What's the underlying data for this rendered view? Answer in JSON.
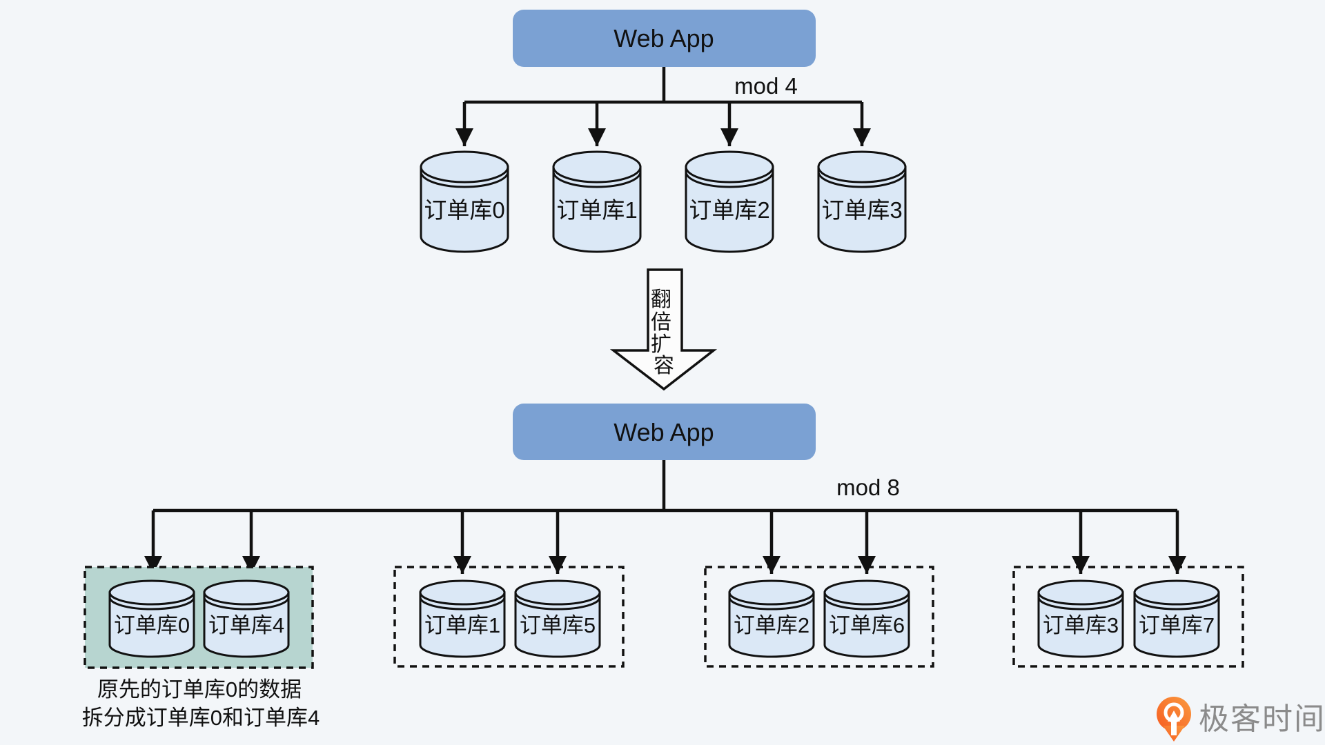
{
  "palette": {
    "bg": "#f3f6f9",
    "app_box": "#7ba1d3",
    "cyl": "#dbe8f6",
    "highlight": "#b7d5d0",
    "ink": "#111111",
    "brand_gray": "#8b8b8b",
    "brand_orange_dark": "#f65b21",
    "brand_orange_light": "#fa9a3f"
  },
  "before": {
    "app_label": "Web App",
    "mod_label": "mod 4",
    "databases": [
      "订单库0",
      "订单库1",
      "订单库2",
      "订单库3"
    ]
  },
  "transform_arrow": {
    "label": "翻倍扩容",
    "label_chars": [
      "翻",
      "倍",
      "扩",
      "容"
    ]
  },
  "after": {
    "app_label": "Web App",
    "mod_label": "mod 8",
    "groups": [
      {
        "highlighted": true,
        "databases": [
          "订单库0",
          "订单库4"
        ]
      },
      {
        "highlighted": false,
        "databases": [
          "订单库1",
          "订单库5"
        ]
      },
      {
        "highlighted": false,
        "databases": [
          "订单库2",
          "订单库6"
        ]
      },
      {
        "highlighted": false,
        "databases": [
          "订单库3",
          "订单库7"
        ]
      }
    ],
    "annotation_lines": [
      "原先的订单库0的数据",
      "拆分成订单库0和订单库4"
    ]
  },
  "watermark": {
    "brand": "极客时间"
  }
}
